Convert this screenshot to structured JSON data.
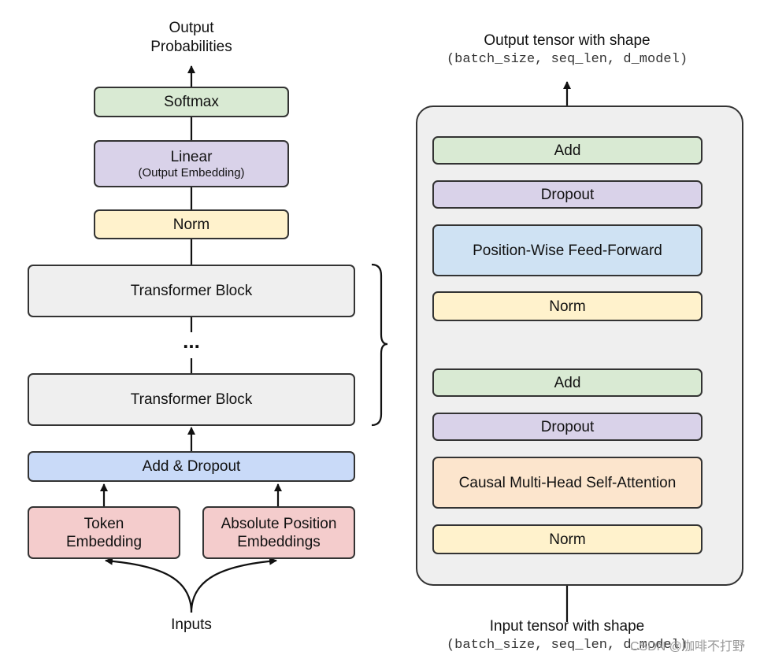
{
  "left": {
    "output_label_1": "Output",
    "output_label_2": "Probabilities",
    "softmax": "Softmax",
    "linear": "Linear",
    "linear_sub": "(Output Embedding)",
    "norm": "Norm",
    "block_top": "Transformer Block",
    "ellipsis": "...",
    "block_bottom": "Transformer Block",
    "add_dropout": "Add & Dropout",
    "token_1": "Token",
    "token_2": "Embedding",
    "abs_1": "Absolute Position",
    "abs_2": "Embeddings",
    "inputs": "Inputs"
  },
  "right": {
    "output_title": "Output tensor with shape",
    "output_shape": "(batch_size, seq_len, d_model)",
    "add_top": "Add",
    "dropout_top": "Dropout",
    "ffn": "Position-Wise Feed-Forward",
    "norm_top": "Norm",
    "add_bottom": "Add",
    "dropout_bottom": "Dropout",
    "attention": "Causal Multi-Head Self-Attention",
    "norm_bottom": "Norm",
    "input_title": "Input tensor with shape",
    "input_shape": "(batch_size, seq_len, d_model)"
  },
  "watermark": "CSDN @咖啡不打野",
  "colors": {
    "green": "#d9ead3",
    "purple": "#d9d2e9",
    "yellow": "#fff2cc",
    "gray": "#efefef",
    "blue": "#c9daf8",
    "pink": "#f4cccc",
    "light_blue": "#cfe2f3",
    "orange": "#fce5cd"
  }
}
